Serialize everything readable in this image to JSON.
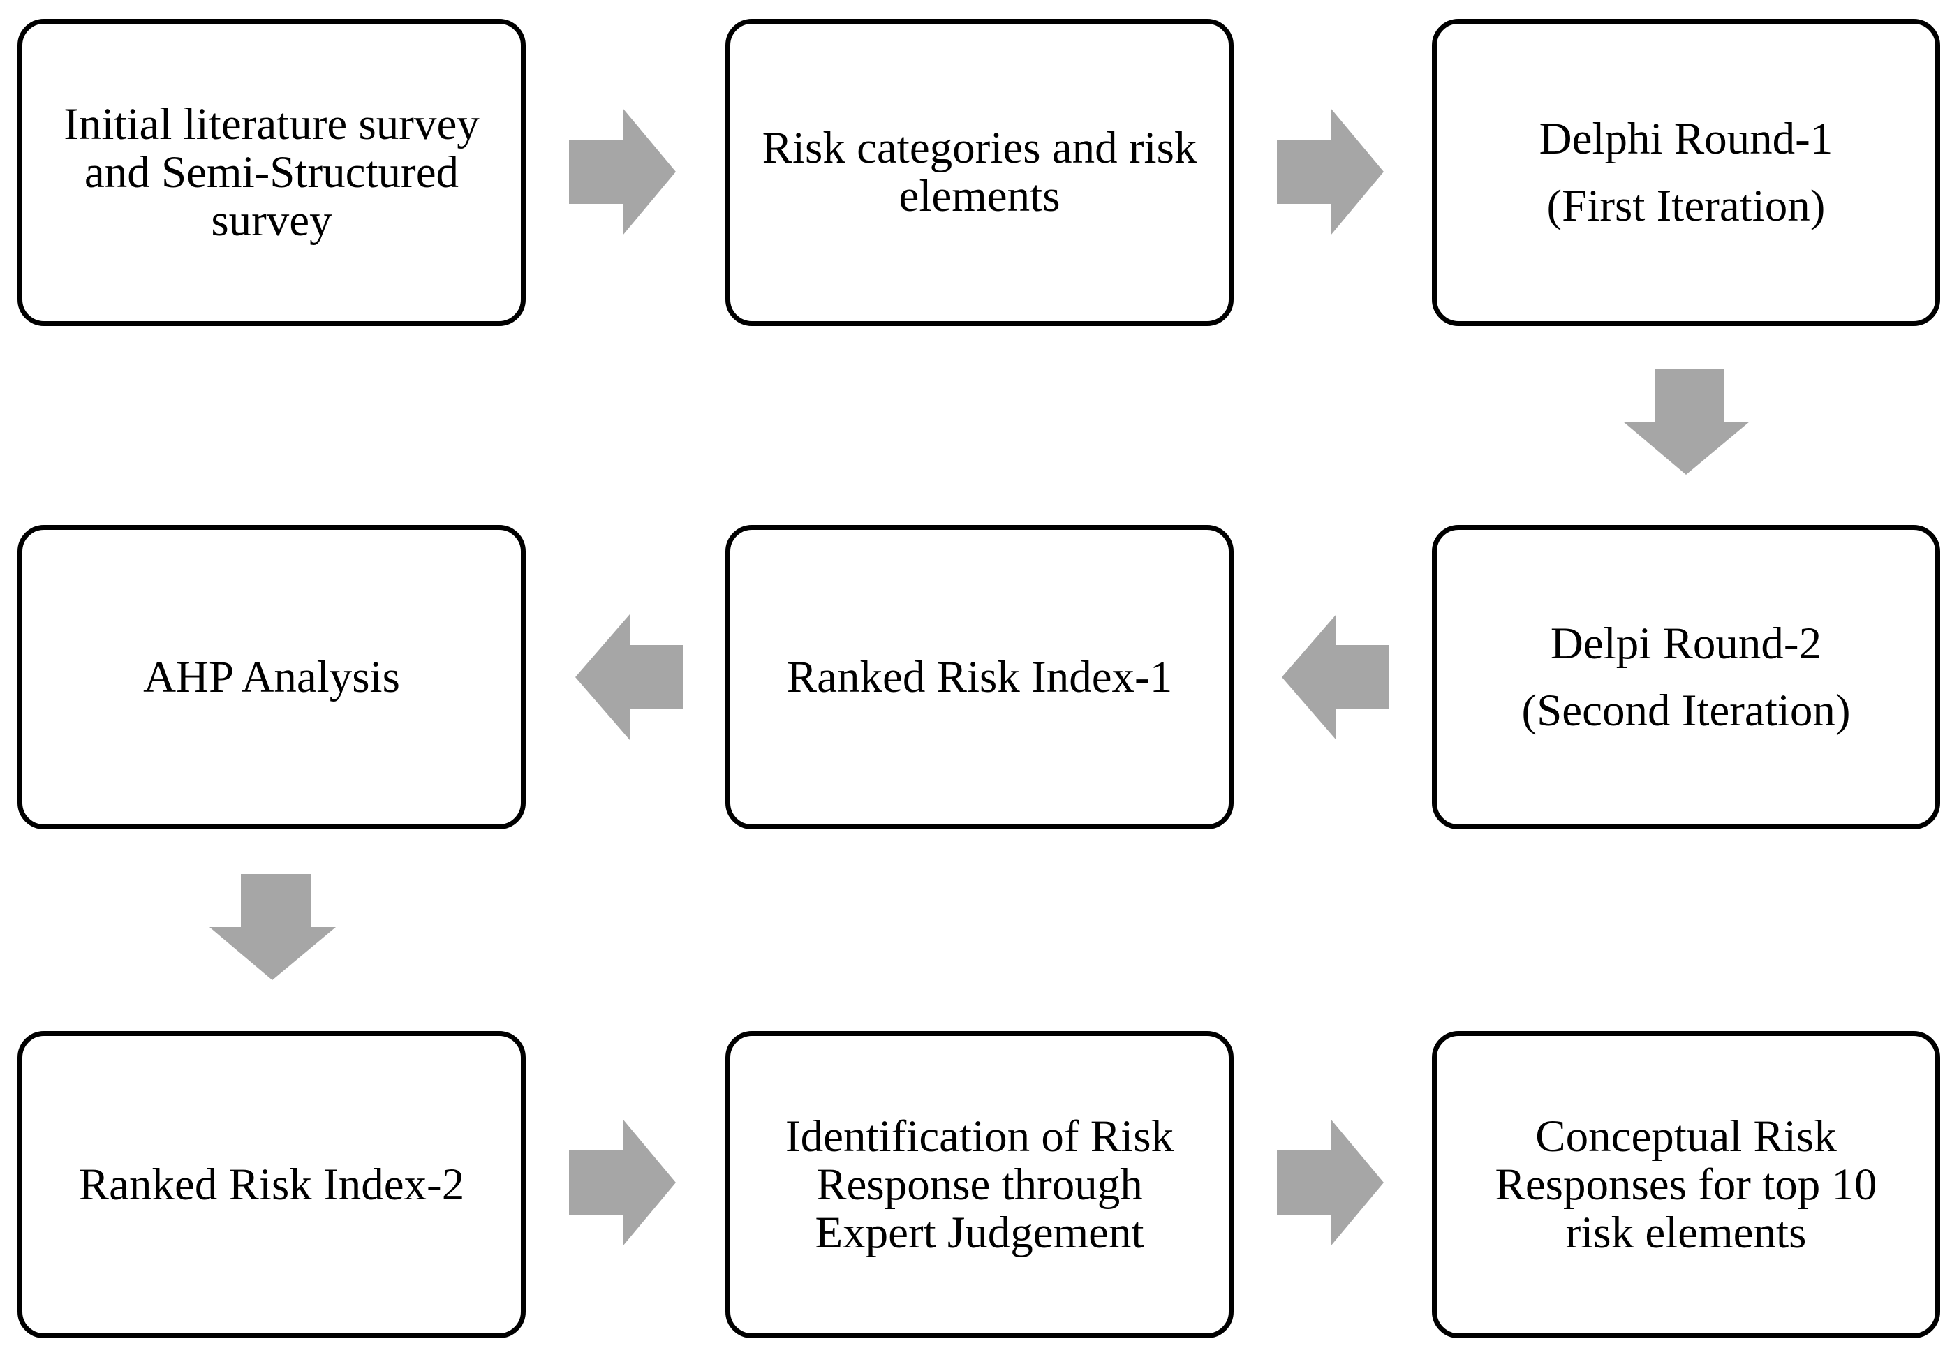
{
  "flow": {
    "arrow_color": "#a6a6a6",
    "row1": {
      "step1": "Initial literature survey\nand Semi-Structured\nsurvey",
      "step2": "Risk categories and risk\nelements",
      "step3": "Delphi Round-1\n(First Iteration)"
    },
    "row2": {
      "step4": "Delpi Round-2\n(Second Iteration)",
      "step5": "Ranked Risk Index-1",
      "step6": "AHP Analysis"
    },
    "row3": {
      "step7": "Ranked Risk Index-2",
      "step8": "Identification of Risk\nResponse through\nExpert Judgement",
      "step9": "Conceptual Risk\nResponses for top 10\nrisk elements"
    }
  }
}
